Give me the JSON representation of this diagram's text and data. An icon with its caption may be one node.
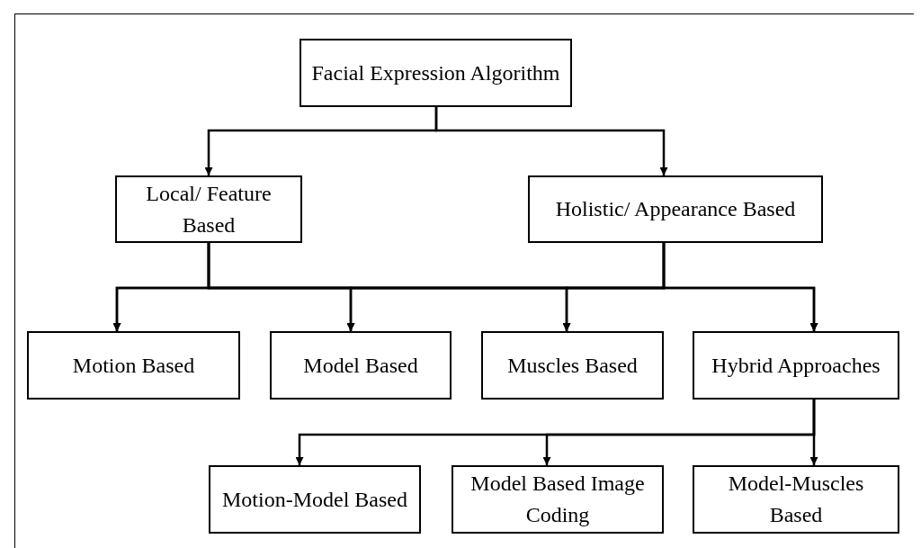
{
  "diagram": {
    "nodes": [
      {
        "text": [
          "Facial Expression Algorithm"
        ]
      },
      {
        "text": [
          "Local/ Feature Based"
        ]
      },
      {
        "text": [
          "Holistic/ Appearance Based"
        ]
      },
      {
        "text": [
          "Motion Based"
        ]
      },
      {
        "text": [
          "Model Based"
        ]
      },
      {
        "text": [
          "Muscles Based"
        ]
      },
      {
        "text": [
          "Hybrid Approaches"
        ]
      },
      {
        "text": [
          "Motion-Model Based"
        ]
      },
      {
        "text": [
          "Model Based Image Coding"
        ]
      },
      {
        "text": [
          "Model-Muscles Based"
        ]
      }
    ],
    "edges": [
      {
        "from": 0,
        "to": 1,
        "arrow": "to"
      },
      {
        "from": 0,
        "to": 2,
        "arrow": "to"
      },
      {
        "from": 1,
        "to": 3,
        "arrow": "to"
      },
      {
        "from": 1,
        "to": 4,
        "arrow": "to"
      },
      {
        "from": 1,
        "to": 5,
        "arrow": "to"
      },
      {
        "from": 1,
        "to": 6,
        "arrow": "to"
      },
      {
        "from": 2,
        "to": 3,
        "arrow": "to"
      },
      {
        "from": 2,
        "to": 4,
        "arrow": "to"
      },
      {
        "from": 2,
        "to": 5,
        "arrow": "to"
      },
      {
        "from": 2,
        "to": 6,
        "arrow": "to"
      },
      {
        "from": 6,
        "to": 7,
        "arrow": "to"
      },
      {
        "from": 6,
        "to": 8,
        "arrow": "to"
      },
      {
        "from": 6,
        "to": 9,
        "arrow": "to"
      }
    ]
  }
}
